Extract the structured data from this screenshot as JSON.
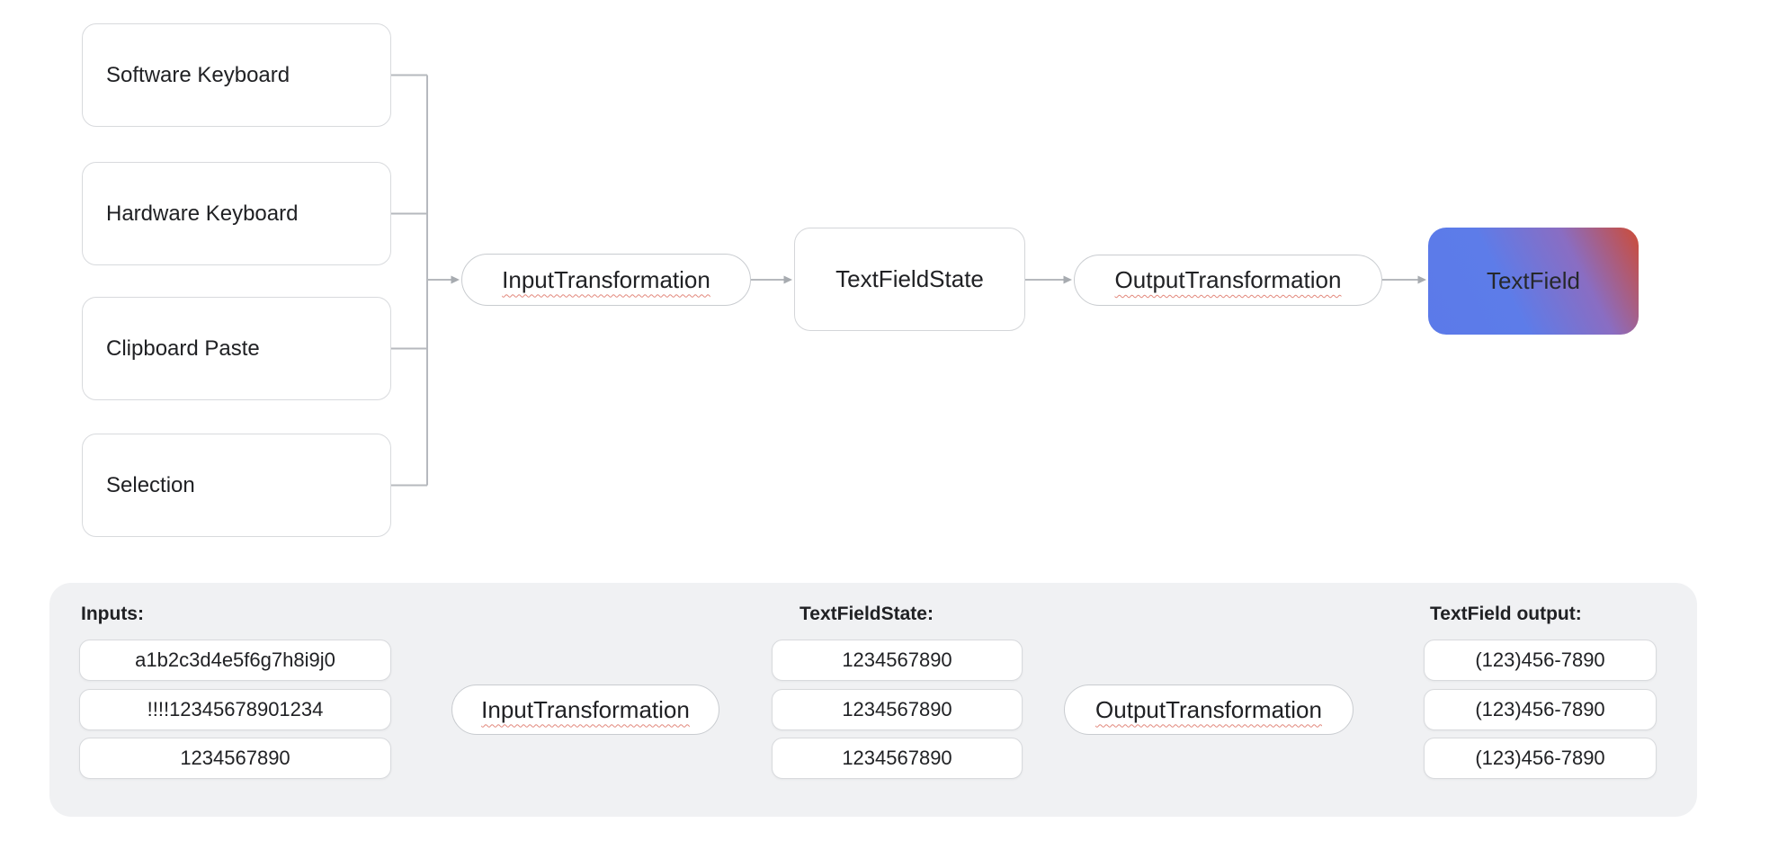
{
  "diagram": {
    "top": {
      "sources": [
        "Software Keyboard",
        "Hardware Keyboard",
        "Clipboard Paste",
        "Selection"
      ],
      "input_transformation": "InputTransformation",
      "text_field_state": "TextFieldState",
      "output_transformation": "OutputTransformation",
      "text_field": "TextField"
    },
    "bottom": {
      "inputs_label": "Inputs:",
      "inputs": [
        "a1b2c3d4e5f6g7h8i9j0",
        "!!!!12345678901234",
        "1234567890"
      ],
      "input_transformation": "InputTransformation",
      "state_label": "TextFieldState:",
      "state_values": [
        "1234567890",
        "1234567890",
        "1234567890"
      ],
      "output_transformation": "OutputTransformation",
      "output_label": "TextField output:",
      "outputs": [
        "(123)456-7890",
        "(123)456-7890",
        "(123)456-7890"
      ]
    },
    "colors": {
      "connector": "#b6b9be",
      "arrowhead": "#a7abb0",
      "squiggle": "#e2887c",
      "panel_background": "#f0f1f3",
      "box_border": "#d8dadd",
      "text": "#202124",
      "textfield_gradient_start": "#5b7ae9",
      "textfield_gradient_mid": "#8a6dc2",
      "textfield_gradient_end": "#c84e40"
    }
  }
}
